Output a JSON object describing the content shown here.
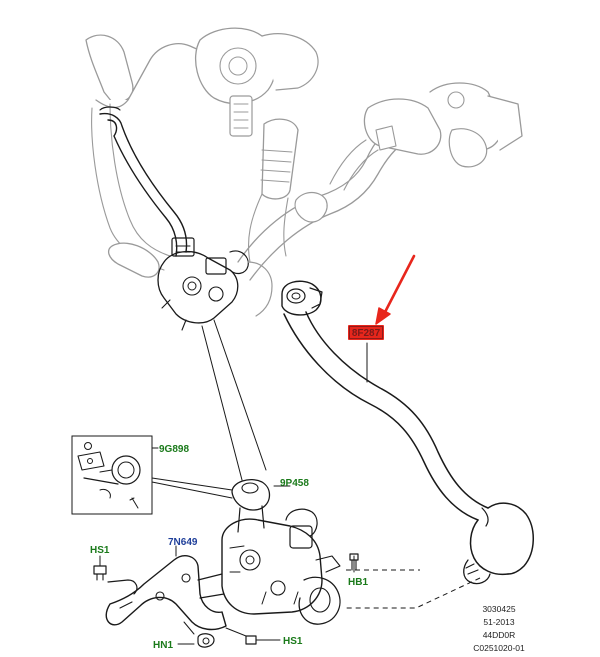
{
  "labels": {
    "highlighted_part": "8F287",
    "actuator_kit": "9G898",
    "valve_assembly": "9P458",
    "bracket": "7N649",
    "hs1_top": "HS1",
    "hb1": "HB1",
    "hn1": "HN1",
    "hs1_bottom": "HS1"
  },
  "reference": {
    "line1": "3030425",
    "line2": "51-2013",
    "line3": "44DD0R",
    "line4": "C0251020-01"
  },
  "colors": {
    "highlight_fill": "#e8261c",
    "highlight_text": "#7a1a1a",
    "arrow": "#e8261c",
    "label_green": "#1a7a1a",
    "label_blue": "#1f3f9a",
    "line": "#1a1a1a",
    "ghost_line": "#9a9a9a"
  }
}
